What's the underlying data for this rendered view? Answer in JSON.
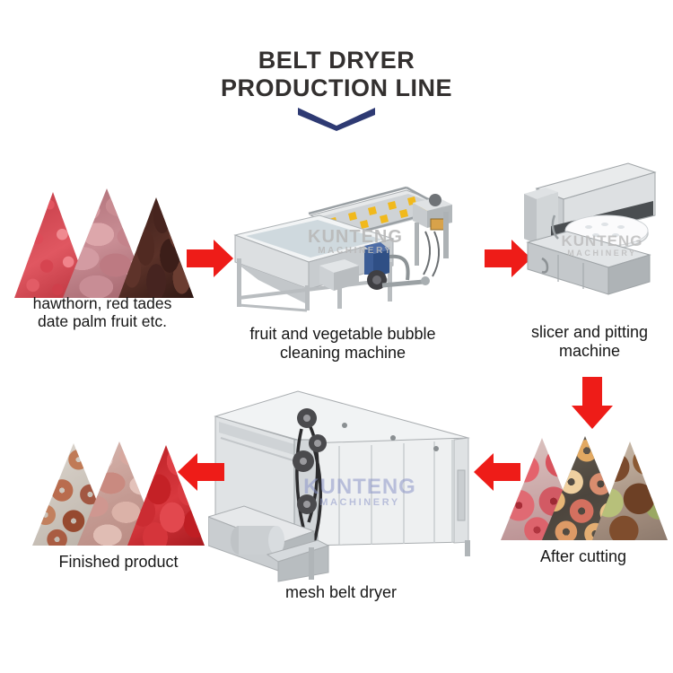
{
  "page": {
    "background": "#ffffff",
    "title_color": "#33302f",
    "accent_arrow_color": "#ee1c18",
    "chevron_color": "#2e3a73"
  },
  "header": {
    "title_line_1": "BELT DRYER",
    "title_line_2": "PRODUCTION LINE",
    "chevron_icon": "chevron-down-icon"
  },
  "watermark": {
    "main": "KUNTENG",
    "sub": "MACHINERY",
    "color_gray": "#b9b9b9",
    "color_blue": "#8c96c9"
  },
  "steps": [
    {
      "id": "raw-material",
      "caption": "hawthorn,   red tades\ndate palm fruit etc.",
      "kind": "photo-trio",
      "photos": [
        "hawthorn berries",
        "red dates",
        "date palm fruit"
      ]
    },
    {
      "id": "bubble-cleaning-machine",
      "caption": "fruit and vegetable bubble\ncleaning machine",
      "kind": "machine",
      "watermarked": true
    },
    {
      "id": "slicer-pitting-machine",
      "caption": "slicer and pitting\nmachine",
      "kind": "machine",
      "watermarked": true
    },
    {
      "id": "after-cutting",
      "caption": "After cutting",
      "kind": "photo-trio",
      "photos": [
        "cored apples",
        "apple rings on tray",
        "whole apples"
      ]
    },
    {
      "id": "mesh-belt-dryer",
      "caption": "mesh belt dryer",
      "kind": "machine",
      "watermarked": true
    },
    {
      "id": "finished-product",
      "caption": "Finished product",
      "kind": "photo-trio",
      "photos": [
        "dried apple rings",
        "dried hawthorn slices",
        "dried red jujube"
      ]
    }
  ],
  "arrows": [
    {
      "id": "arrow-raw-to-cleaner",
      "direction": "right"
    },
    {
      "id": "arrow-cleaner-to-slicer",
      "direction": "right"
    },
    {
      "id": "arrow-slicer-to-cutting",
      "direction": "down"
    },
    {
      "id": "arrow-cutting-to-dryer",
      "direction": "left"
    },
    {
      "id": "arrow-dryer-to-finished",
      "direction": "left"
    }
  ]
}
